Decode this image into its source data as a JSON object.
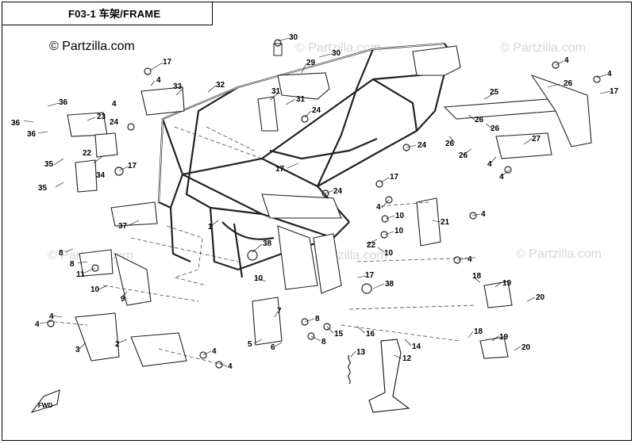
{
  "title": "F03-1 车架/FRAME",
  "watermark_main": "© Partzilla.com",
  "watermark_faint": "© Partzilla.com",
  "fwd_label": "FWD",
  "callouts": [
    {
      "label": "30"
    },
    {
      "label": "30"
    },
    {
      "label": "29"
    },
    {
      "label": "4"
    },
    {
      "label": "17"
    },
    {
      "label": "33"
    },
    {
      "label": "32"
    },
    {
      "label": "36"
    },
    {
      "label": "36"
    },
    {
      "label": "36"
    },
    {
      "label": "4"
    },
    {
      "label": "23"
    },
    {
      "label": "24"
    },
    {
      "label": "22"
    },
    {
      "label": "35"
    },
    {
      "label": "35"
    },
    {
      "label": "34"
    },
    {
      "label": "17"
    },
    {
      "label": "31"
    },
    {
      "label": "31"
    },
    {
      "label": "24"
    },
    {
      "label": "17"
    },
    {
      "label": "24"
    },
    {
      "label": "24"
    },
    {
      "label": "37"
    },
    {
      "label": "1"
    },
    {
      "label": "4"
    },
    {
      "label": "26"
    },
    {
      "label": "4"
    },
    {
      "label": "17"
    },
    {
      "label": "25"
    },
    {
      "label": "26"
    },
    {
      "label": "26"
    },
    {
      "label": "26"
    },
    {
      "label": "26"
    },
    {
      "label": "27"
    },
    {
      "label": "4"
    },
    {
      "label": "4"
    },
    {
      "label": "17"
    },
    {
      "label": "4"
    },
    {
      "label": "10"
    },
    {
      "label": "10"
    },
    {
      "label": "21"
    },
    {
      "label": "4"
    },
    {
      "label": "22"
    },
    {
      "label": "10"
    },
    {
      "label": "4"
    },
    {
      "label": "8"
    },
    {
      "label": "8"
    },
    {
      "label": "11"
    },
    {
      "label": "10"
    },
    {
      "label": "9"
    },
    {
      "label": "38"
    },
    {
      "label": "10"
    },
    {
      "label": "17"
    },
    {
      "label": "38"
    },
    {
      "label": "18"
    },
    {
      "label": "19"
    },
    {
      "label": "20"
    },
    {
      "label": "7"
    },
    {
      "label": "8"
    },
    {
      "label": "8"
    },
    {
      "label": "15"
    },
    {
      "label": "16"
    },
    {
      "label": "14"
    },
    {
      "label": "5"
    },
    {
      "label": "6"
    },
    {
      "label": "13"
    },
    {
      "label": "12"
    },
    {
      "label": "18"
    },
    {
      "label": "19"
    },
    {
      "label": "20"
    },
    {
      "label": "4"
    },
    {
      "label": "4"
    },
    {
      "label": "3"
    },
    {
      "label": "2"
    },
    {
      "label": "4"
    },
    {
      "label": "4"
    }
  ]
}
